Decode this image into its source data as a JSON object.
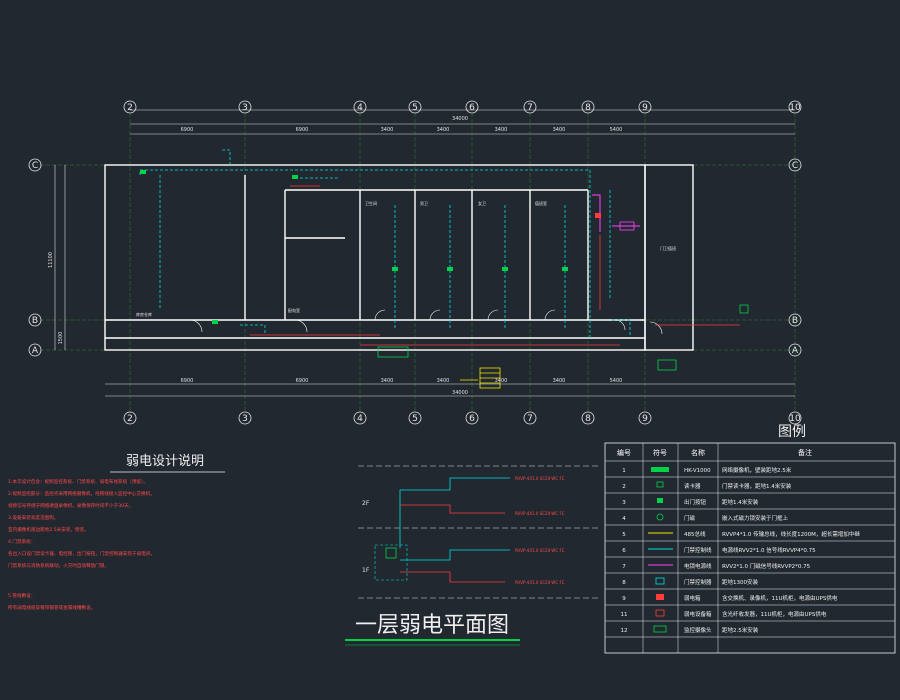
{
  "plan": {
    "axes_top": [
      "2",
      "3",
      "4",
      "5",
      "6",
      "7",
      "8",
      "9",
      "10"
    ],
    "axes_bottom": [
      "2",
      "3",
      "4",
      "5",
      "6",
      "7",
      "8",
      "9",
      "10"
    ],
    "axes_side": [
      "C",
      "B",
      "A"
    ],
    "total_dimension": "34000",
    "segment_dimensions_top": [
      "6900",
      "6900",
      "3400",
      "3400",
      "3400",
      "3400",
      "5400"
    ],
    "segment_dimensions_bottom": [
      "6900",
      "6900",
      "3400",
      "3400",
      "3400",
      "3400",
      "5400"
    ],
    "side_dimensions": [
      "11100",
      "1500"
    ],
    "room_labels": [
      "库房仓库",
      "配电室",
      "卫生间",
      "男卫",
      "女卫",
      "值班室",
      "门卫值班"
    ]
  },
  "design_notes": {
    "title": "弱电设计说明",
    "lines": [
      "1.本次设计包含：视频监控系统、门禁系统、弱电布线系统（预留）。",
      "2.视频监控部分：监控点采用网络摄像机，经网线接入监控中心交换机，",
      "  视频信号存储于网络硬盘录像机，录像保存时间不少于30天。",
      "3.设备安装高度见图例。",
      "  室内摄像机底边距地2.5米安装，壁装。",
      "4.门禁系统：",
      "  各出入口设门禁读卡器、电控锁、出门按钮，门禁控制器安装于弱电间，",
      "  门禁系统与消防系统联动，火灾时自动释放门锁。",
      "5.管线敷设：",
      "  所有弱电线缆穿镀锌钢管或金属线槽敷设。"
    ]
  },
  "riser": {
    "floor_labels": [
      "2F",
      "1F"
    ],
    "cable_labels": [
      "RVVP-4X1.0 SC20-WC FC",
      "RVVP-4X1.0 SC20-WC FC",
      "RVVP-4X1.0 SC20-WC FC",
      "RVVP-4X1.0 SC20-WC FC"
    ]
  },
  "drawing_title": "一层弱电平面图",
  "legend": {
    "title": "图例",
    "headers": [
      "编号",
      "符号",
      "名称",
      "备注"
    ],
    "rows": [
      {
        "no": "1",
        "name": "HK-V1000",
        "note": "网络摄像机，壁装距地2.5米"
      },
      {
        "no": "2",
        "name": "读卡器",
        "note": "门禁读卡器，距地1.4米安装"
      },
      {
        "no": "3",
        "name": "出门按钮",
        "note": "距地1.4米安装"
      },
      {
        "no": "4",
        "name": "门磁",
        "note": "嵌入式磁力锁安装于门框上"
      },
      {
        "no": "5",
        "name": "485总线",
        "note": "RVVP4*1.0 传输总线，线长度1200M，超长需增加中继"
      },
      {
        "no": "6",
        "name": "门禁控制线",
        "note": "电源线RVV2*1.0  信号线RVVP4*0.75"
      },
      {
        "no": "7",
        "name": "电锁电源线",
        "note": "RVV2*1.0  门磁信号线RVVP2*0.75"
      },
      {
        "no": "8",
        "name": "门禁控制器",
        "note": "距地1300安装"
      },
      {
        "no": "9",
        "name": "弱电箱",
        "note": "含交换机、录像机，11U机柜，电源由UPS供电"
      },
      {
        "no": "11",
        "name": "弱电设备箱",
        "note": "含光纤收发器，11U机柜，电源由UPS供电"
      },
      {
        "no": "12",
        "name": "监控摄像头",
        "note": "距地2.5米安装"
      }
    ]
  },
  "colors": {
    "background": "#212830",
    "wall": "#ffffff",
    "cyan": "#00e0e0",
    "red": "#ff3b3b",
    "green": "#00d24a",
    "yellow": "#f2e600",
    "magenta": "#ff40ff"
  }
}
